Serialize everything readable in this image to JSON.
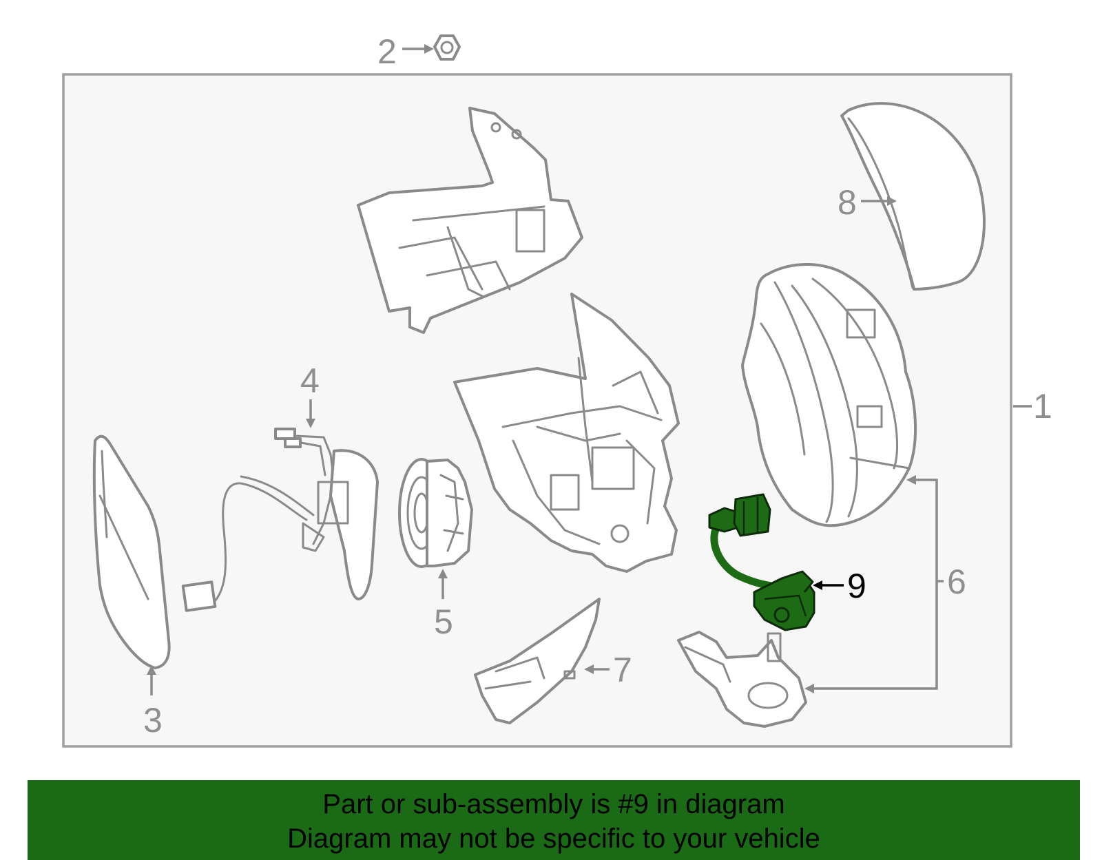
{
  "callouts": {
    "c1": "1",
    "c2": "2",
    "c3": "3",
    "c4": "4",
    "c5": "5",
    "c6": "6",
    "c7": "7",
    "c8": "8",
    "c9": "9"
  },
  "highlight": {
    "part_number": "9",
    "color": "#1e6b15"
  },
  "banner": {
    "line1": "Part or sub-assembly is #9 in diagram",
    "line2": "Diagram may not be specific to your vehicle",
    "background": "#1b6b16"
  }
}
